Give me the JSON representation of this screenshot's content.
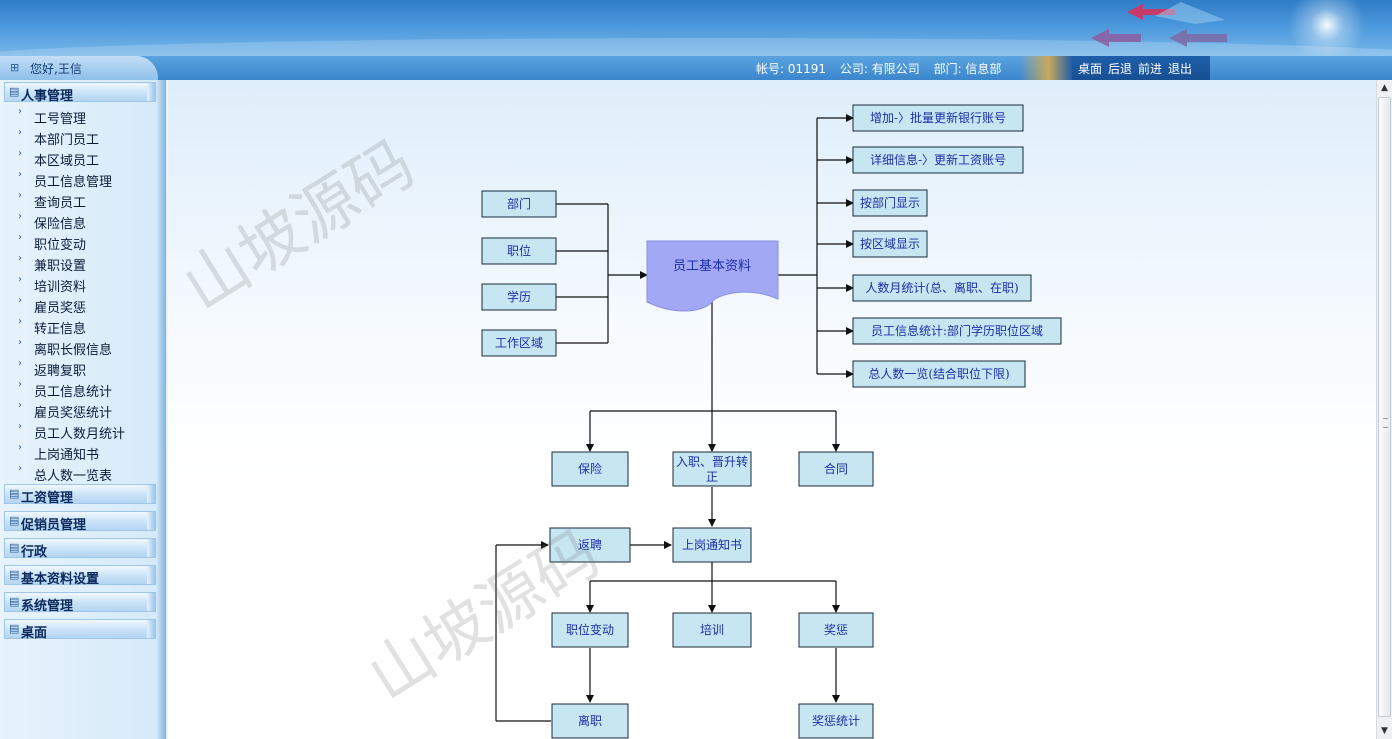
{
  "header": {
    "greeting": "您好,王信",
    "account": "帐号: 01191",
    "company": "公司: 有限公司",
    "department": "部门: 信息部",
    "nav": [
      "桌面",
      "后退",
      "前进",
      "退出"
    ]
  },
  "sidebar": {
    "sections": [
      {
        "label": "人事管理",
        "expanded": true,
        "items": [
          "工号管理",
          "本部门员工",
          "本区域员工",
          "员工信息管理",
          "查询员工",
          "保险信息",
          "职位变动",
          "兼职设置",
          "培训资料",
          "雇员奖惩",
          "转正信息",
          "离职长假信息",
          "返聘复职",
          "员工信息统计",
          "雇员奖惩统计",
          "员工人数月统计",
          "上岗通知书",
          "总人数一览表"
        ]
      },
      {
        "label": "工资管理"
      },
      {
        "label": "促销员管理"
      },
      {
        "label": "行政"
      },
      {
        "label": "基本资料设置"
      },
      {
        "label": "系统管理"
      },
      {
        "label": "桌面"
      }
    ]
  },
  "flowchart": {
    "center": "员工基本资料",
    "inputs": [
      "部门",
      "职位",
      "学历",
      "工作区域"
    ],
    "outputs": [
      "增加-〉批量更新银行账号",
      "详细信息-〉更新工资账号",
      "按部门显示",
      "按区域显示",
      "人数月统计(总、离职、在职)",
      "员工信息统计:部门学历职位区域",
      "总人数一览(结合职位下限)"
    ],
    "level1": [
      "保险",
      "入职、晋升转",
      "正",
      "合同"
    ],
    "rehire": "返聘",
    "notice": "上岗通知书",
    "level2": [
      "职位变动",
      "培训",
      "奖惩"
    ],
    "leave": "离职",
    "reward_stats": "奖惩统计"
  },
  "watermark": "山坡源码",
  "colors": {
    "box_fill": "#c6e6f2",
    "center_fill": "#a3a8f4",
    "text": "#1d2fa6"
  }
}
